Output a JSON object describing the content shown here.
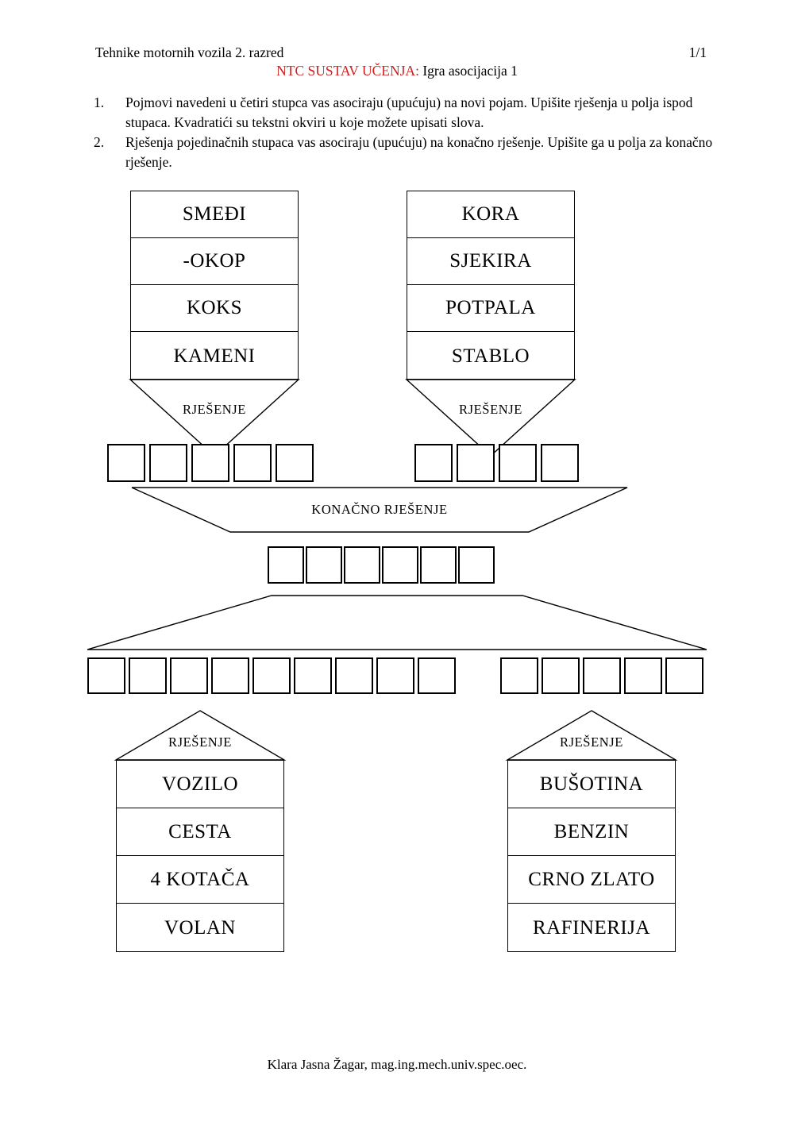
{
  "header": {
    "title": "Tehnike motornih vozila 2. razred",
    "page_indicator": "1/1",
    "subtitle_red": "NTC SUSTAV UČENJA:",
    "subtitle_rest": " Igra asocijacija 1",
    "accent_color": "#d21f1f"
  },
  "instructions": [
    {
      "number": "1.",
      "text": "Pojmovi navedeni u četiri stupca vas asociraju (upućuju) na novi pojam. Upišite rješenja u polja ispod stupaca. Kvadratići su tekstni okviri u koje možete upisati slova."
    },
    {
      "number": "2.",
      "text": "Rješenja pojedinačnih stupaca vas asociraju (upućuju) na konačno rješenje. Upišite ga u polja za konačno rješenje."
    }
  ],
  "labels": {
    "solution": "RJEŠENJE",
    "final_solution": "KONAČNO RJEŠENJE"
  },
  "columns": {
    "top_left": {
      "name": "column-a",
      "items": [
        "SMEĐI",
        "-OKOP",
        "KOKS",
        "KAMENI"
      ],
      "solution_label": "RJEŠENJE",
      "solution_boxes": 5,
      "solution_value": ""
    },
    "top_right": {
      "name": "column-b",
      "items": [
        "KORA",
        "SJEKIRA",
        "POTPALA",
        "STABLO"
      ],
      "solution_label": "RJEŠENJE",
      "solution_boxes": 4,
      "solution_value": ""
    },
    "bottom_left": {
      "name": "column-c",
      "items": [
        "VOZILO",
        "CESTA",
        "4 KOTAČA",
        "VOLAN"
      ],
      "solution_label": "RJEŠENJE",
      "solution_boxes": 9,
      "solution_value": ""
    },
    "bottom_right": {
      "name": "column-d",
      "items": [
        "BUŠOTINA",
        "BENZIN",
        "CRNO ZLATO",
        "RAFINERIJA"
      ],
      "solution_label": "RJEŠENJE",
      "solution_boxes": 5,
      "solution_value": ""
    }
  },
  "final": {
    "label": "KONAČNO RJEŠENJE",
    "boxes": 6,
    "value": ""
  },
  "footer": {
    "text": "Klara Jasna Žagar, mag.ing.mech.univ.spec.oec."
  }
}
